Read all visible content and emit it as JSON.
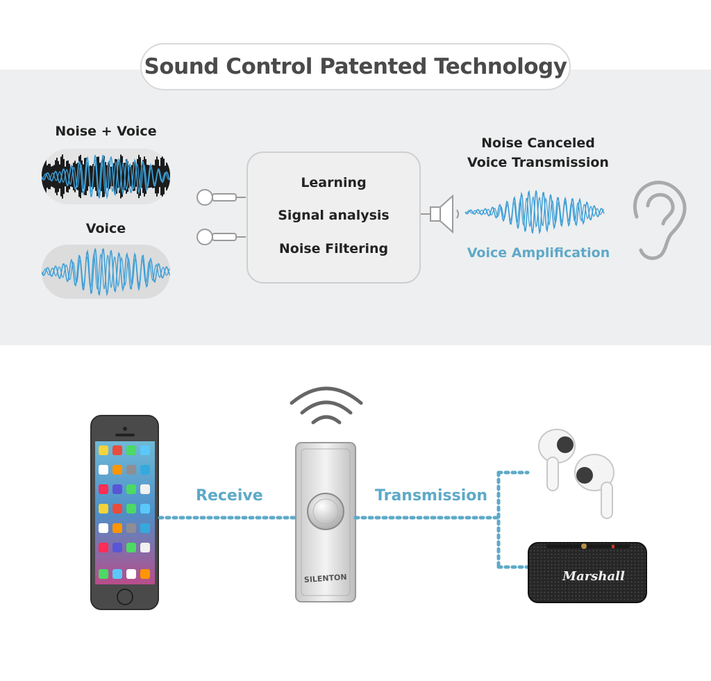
{
  "title": "Sound Control Patented Technology",
  "inputs": {
    "noise_voice_label": "Noise + Voice",
    "voice_label": "Voice"
  },
  "processing": {
    "steps": [
      "Learning",
      "Signal analysis",
      "Noise Filtering"
    ]
  },
  "output": {
    "label_line1": "Noise Canceled",
    "label_line2": "Voice Transmission",
    "amplification_label": "Voice Amplification"
  },
  "connection": {
    "receive_label": "Receive",
    "transmission_label": "Transmission",
    "device_brand": "SILENTON",
    "speaker_brand": "Marshall"
  },
  "colors": {
    "accent_blue": "#5ea9c8",
    "wave_blue": "#3d9fd6",
    "band_gray": "#eeeff0"
  },
  "icons": [
    "microphone-icon",
    "speaker-icon",
    "ear-icon",
    "wireless-signal-icon"
  ]
}
